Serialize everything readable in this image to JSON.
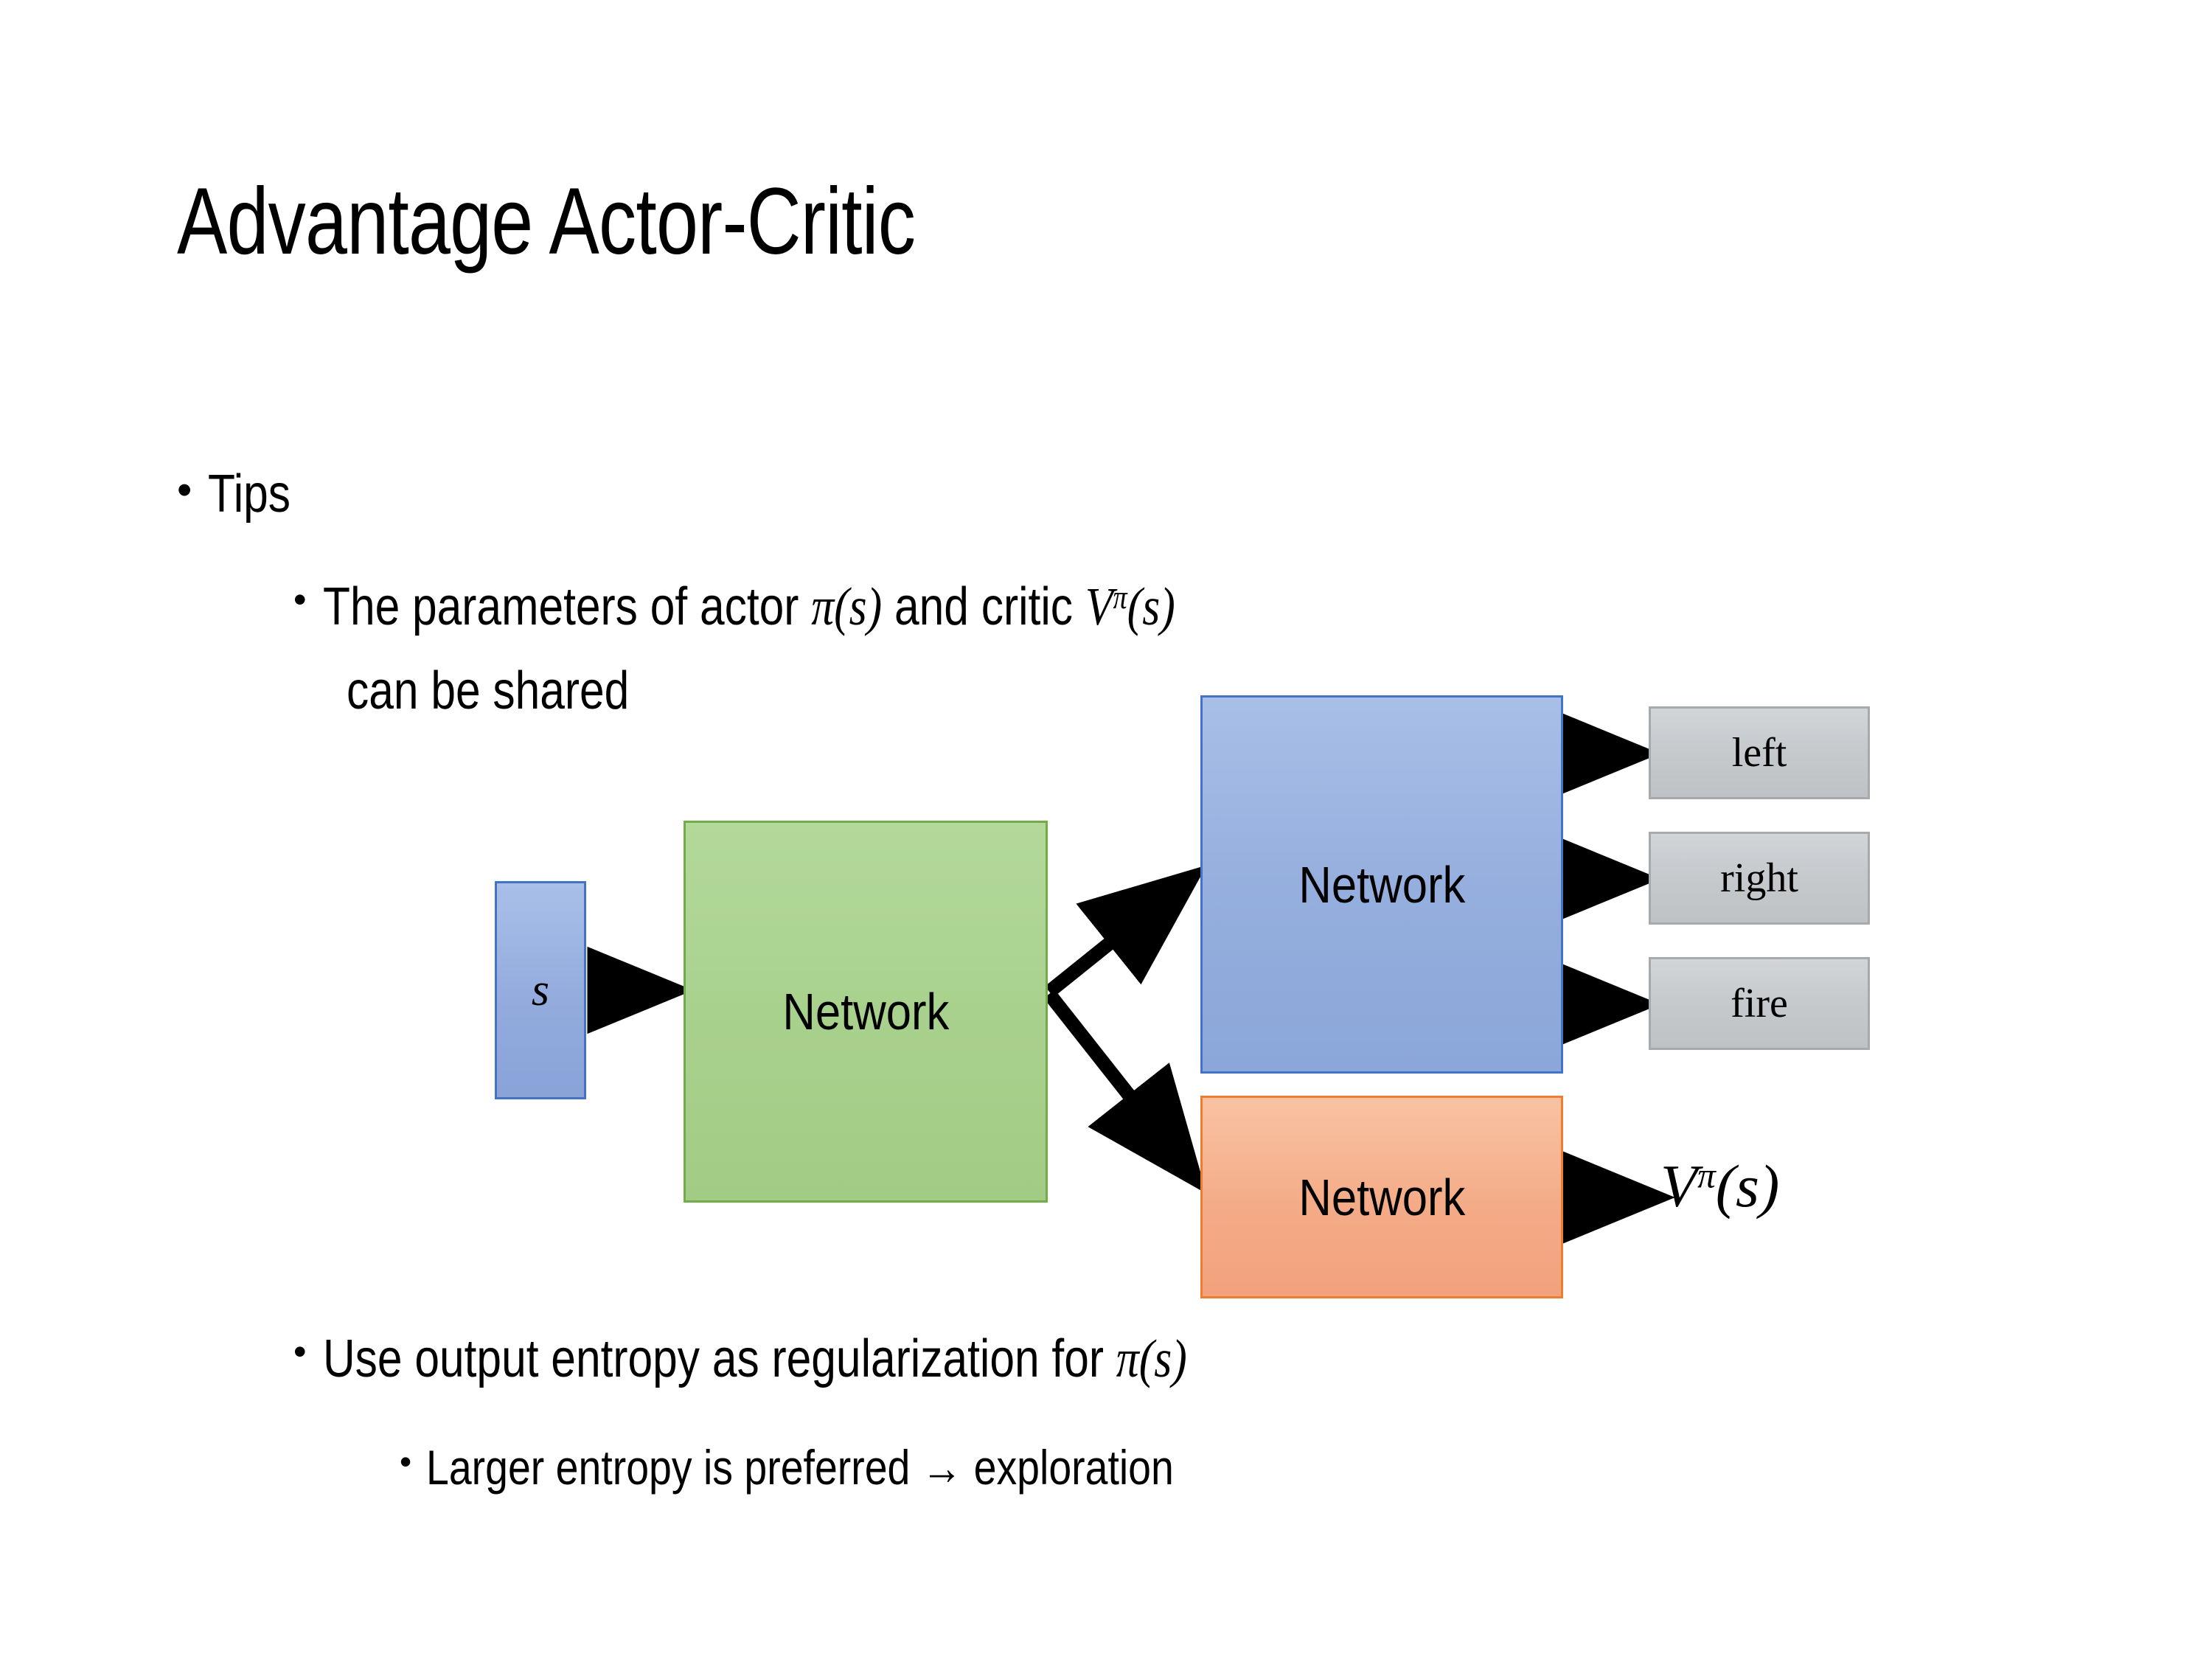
{
  "slide": {
    "title": "Advantage Actor-Critic",
    "background_color": "#ffffff"
  },
  "bullets": {
    "tips_label": "Tips",
    "shared_params_line1_pre": "The parameters of actor ",
    "shared_params_math_actor": "π(s)",
    "shared_params_line1_mid": "  and critic ",
    "shared_params_math_critic_base": "V",
    "shared_params_math_critic_sup": "π",
    "shared_params_math_critic_arg": "(s)",
    "shared_params_line2": "can be shared",
    "entropy_line_pre": "Use output entropy as regularization for ",
    "entropy_line_math": "π(s)",
    "exploration_line": "Larger entropy is preferred → exploration"
  },
  "diagram": {
    "state_box_label": "s",
    "shared_network_label": "Network",
    "actor_network_label": "Network",
    "critic_network_label": "Network",
    "actions": [
      {
        "label": "left"
      },
      {
        "label": "right"
      },
      {
        "label": "fire"
      }
    ],
    "value_output_base": "V",
    "value_output_sup": "π",
    "value_output_arg": "(s)",
    "colors": {
      "state_fill": "#95aedd",
      "state_border": "#4472c4",
      "shared_fill": "#a9d18e",
      "shared_border": "#70ad47",
      "actor_fill": "#95aedd",
      "actor_border": "#4472c4",
      "critic_fill": "#f4ab87",
      "critic_border": "#ed7d31",
      "action_fill": "#c6cacd",
      "action_border": "#a6aaad",
      "arrow": "#000000"
    }
  }
}
